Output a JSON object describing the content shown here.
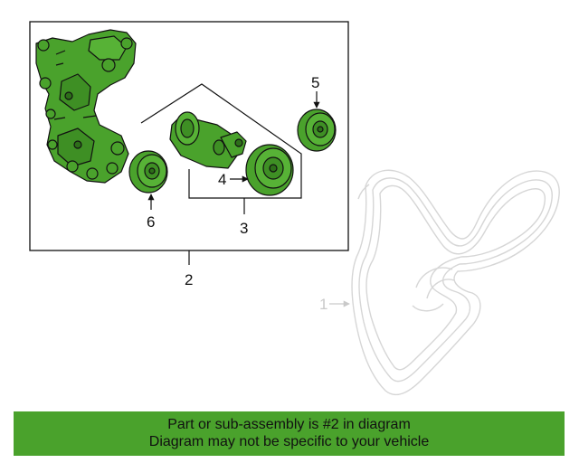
{
  "diagram": {
    "callouts": {
      "c1": "1",
      "c2": "2",
      "c3": "3",
      "c4": "4",
      "c5": "5",
      "c6": "6"
    },
    "part_color": "#4aa22c",
    "faded_color": "#d6d6d6"
  },
  "banner": {
    "line1": "Part or sub-assembly is #2 in diagram",
    "line2": "Diagram may not be specific to your vehicle",
    "background": "#4aa22c"
  }
}
